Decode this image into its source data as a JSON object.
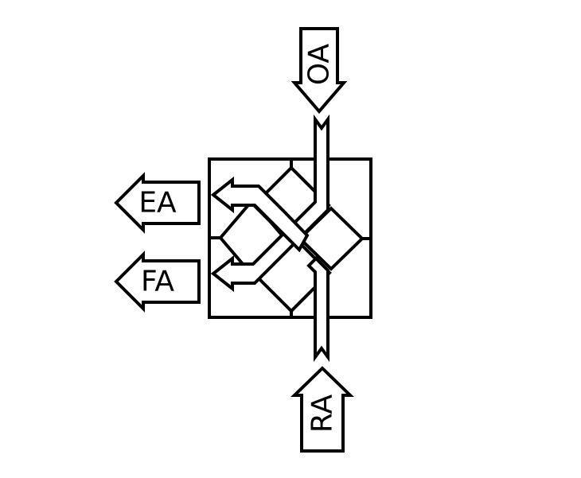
{
  "diagram": {
    "labels": {
      "outdoor_air": "OA",
      "exhaust_air": "EA",
      "fresh_air": "FA",
      "return_air": "RA"
    },
    "colors": {
      "line": "#000000",
      "background": "#ffffff"
    }
  }
}
